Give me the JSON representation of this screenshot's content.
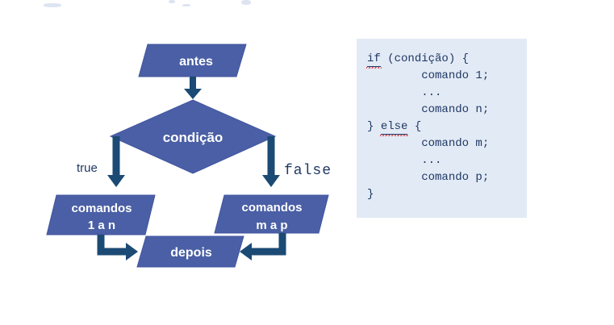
{
  "flowchart": {
    "nodes": {
      "antes": {
        "label": "antes"
      },
      "condicao": {
        "label": "condição"
      },
      "comandos_true": {
        "line1": "comandos",
        "line2": "1 a n"
      },
      "comandos_false": {
        "line1": "comandos",
        "line2": "m a p"
      },
      "depois": {
        "label": "depois"
      }
    },
    "branches": {
      "true_label": "true",
      "false_label": "false"
    },
    "colors": {
      "shape_fill": "#4a5fa5",
      "arrow": "#1b4a74",
      "branch_label_text": "#1f3864",
      "shape_label_text": "#ffffff"
    }
  },
  "code_panel": {
    "background": "#e2eaf5",
    "text_color": "#1f3864",
    "spellcheck_underline": "#e05252",
    "lines": {
      "l1_keyword": "if",
      "l1_rest": " (condição) {",
      "l2": "        comando 1;",
      "l3": "        ...",
      "l4": "        comando n;",
      "l5_open": "} ",
      "l5_keyword": "else",
      "l5_rest": " {",
      "l6": "        comando m;",
      "l7": "        ...",
      "l8": "        comando p;",
      "l9": "}"
    }
  }
}
